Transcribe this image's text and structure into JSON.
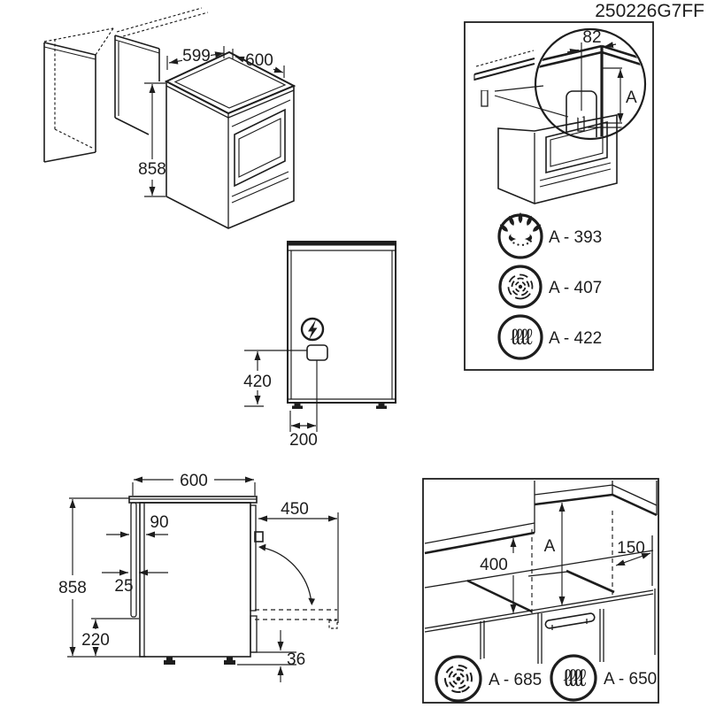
{
  "document_code": "250226G7FF",
  "views": {
    "top_left_iso": {
      "name": "built-in niche isometric view",
      "dims": {
        "niche_depth": "599",
        "width": "600",
        "height": "858"
      }
    },
    "rear_view": {
      "name": "rear electrical connection view",
      "dims": {
        "connection_height": "420",
        "connection_offset": "200"
      }
    },
    "top_right_panel": {
      "name": "anti-tilt bracket detail panel",
      "dims": {
        "bracket_offset": "82",
        "height_label": "A"
      },
      "hob_variants": [
        {
          "icon": "gas-burner-icon",
          "label": "A - 393"
        },
        {
          "icon": "fan-icon",
          "label": "A - 407"
        },
        {
          "icon": "coil-icon",
          "label": "A - 422"
        }
      ]
    },
    "side_view": {
      "name": "side clearance view",
      "dims": {
        "depth": "600",
        "height": "858",
        "rear_gap": "90",
        "spacer": "25",
        "door_open_depth": "450",
        "plinth_height": "220",
        "feet_height": "36"
      }
    },
    "bottom_right_panel": {
      "name": "clearance above hob panel",
      "dims": {
        "cabinet_clearance": "400",
        "hood_clearance_label": "A",
        "side_offset": "150"
      },
      "hood_variants": [
        {
          "icon": "fan-icon",
          "label": "A - 685"
        },
        {
          "icon": "coil-icon",
          "label": "A - 650"
        }
      ]
    }
  },
  "icons": {
    "coil_glyph": "ℓℓℓℓ"
  }
}
